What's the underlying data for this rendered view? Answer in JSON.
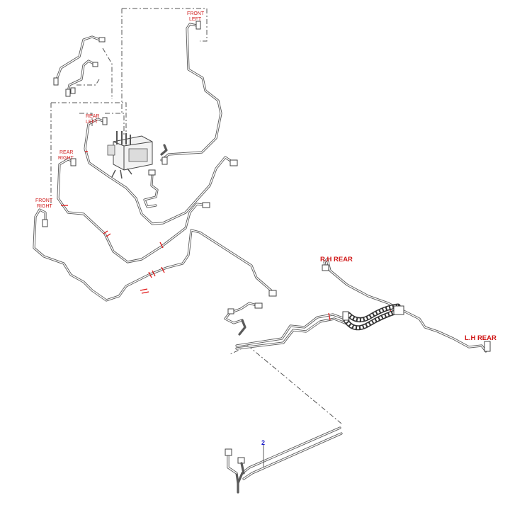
{
  "labels": {
    "front_left": [
      "FRONT",
      "LEFT"
    ],
    "rear_left": [
      "REAR",
      "LEFT"
    ],
    "rear_right": [
      "REAR",
      "RIGHT"
    ],
    "front_right": [
      "FRONT",
      "RIGHT"
    ],
    "rh_rear": "R.H REAR",
    "lh_rear": "L.H REAR",
    "callout_2": "2"
  },
  "colors": {
    "label_red": "#d01818",
    "callout_blue": "#1a1ac8",
    "line_gray": "#5a5a5a"
  }
}
